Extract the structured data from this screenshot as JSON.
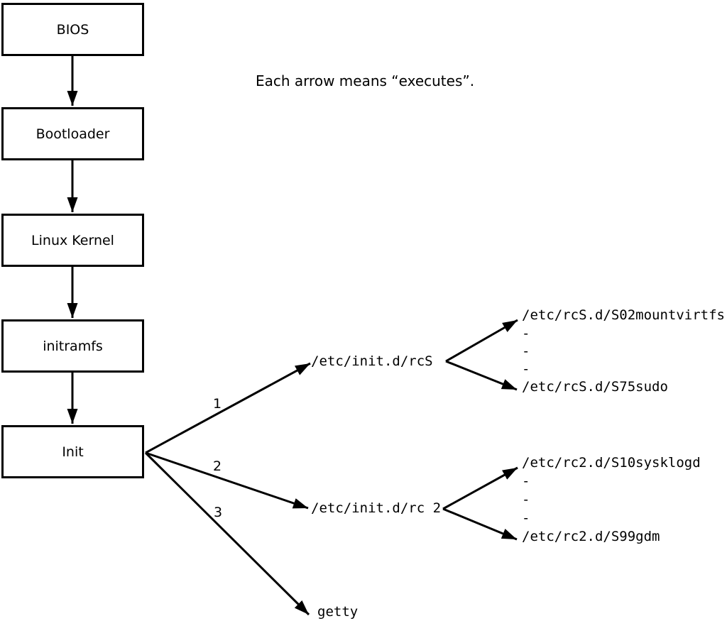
{
  "note": "Each arrow means “executes”.",
  "chain": [
    {
      "label": "BIOS"
    },
    {
      "label": "Bootloader"
    },
    {
      "label": "Linux Kernel"
    },
    {
      "label": "initramfs"
    },
    {
      "label": "Init"
    }
  ],
  "init_branches": [
    {
      "number": "1",
      "target": "/etc/init.d/rcS"
    },
    {
      "number": "2",
      "target": "/etc/init.d/rc 2"
    },
    {
      "number": "3",
      "target": "getty"
    }
  ],
  "rcS_scripts": {
    "first": "/etc/rcS.d/S02mountvirtfs",
    "ellipsis": [
      "-",
      "-",
      "-"
    ],
    "last": "/etc/rcS.d/S75sudo"
  },
  "rc2_scripts": {
    "first": "/etc/rc2.d/S10sysklogd",
    "ellipsis": [
      "-",
      "-",
      "-"
    ],
    "last": "/etc/rc2.d/S99gdm"
  },
  "colors": {
    "line": "#000000",
    "background": "#ffffff"
  }
}
